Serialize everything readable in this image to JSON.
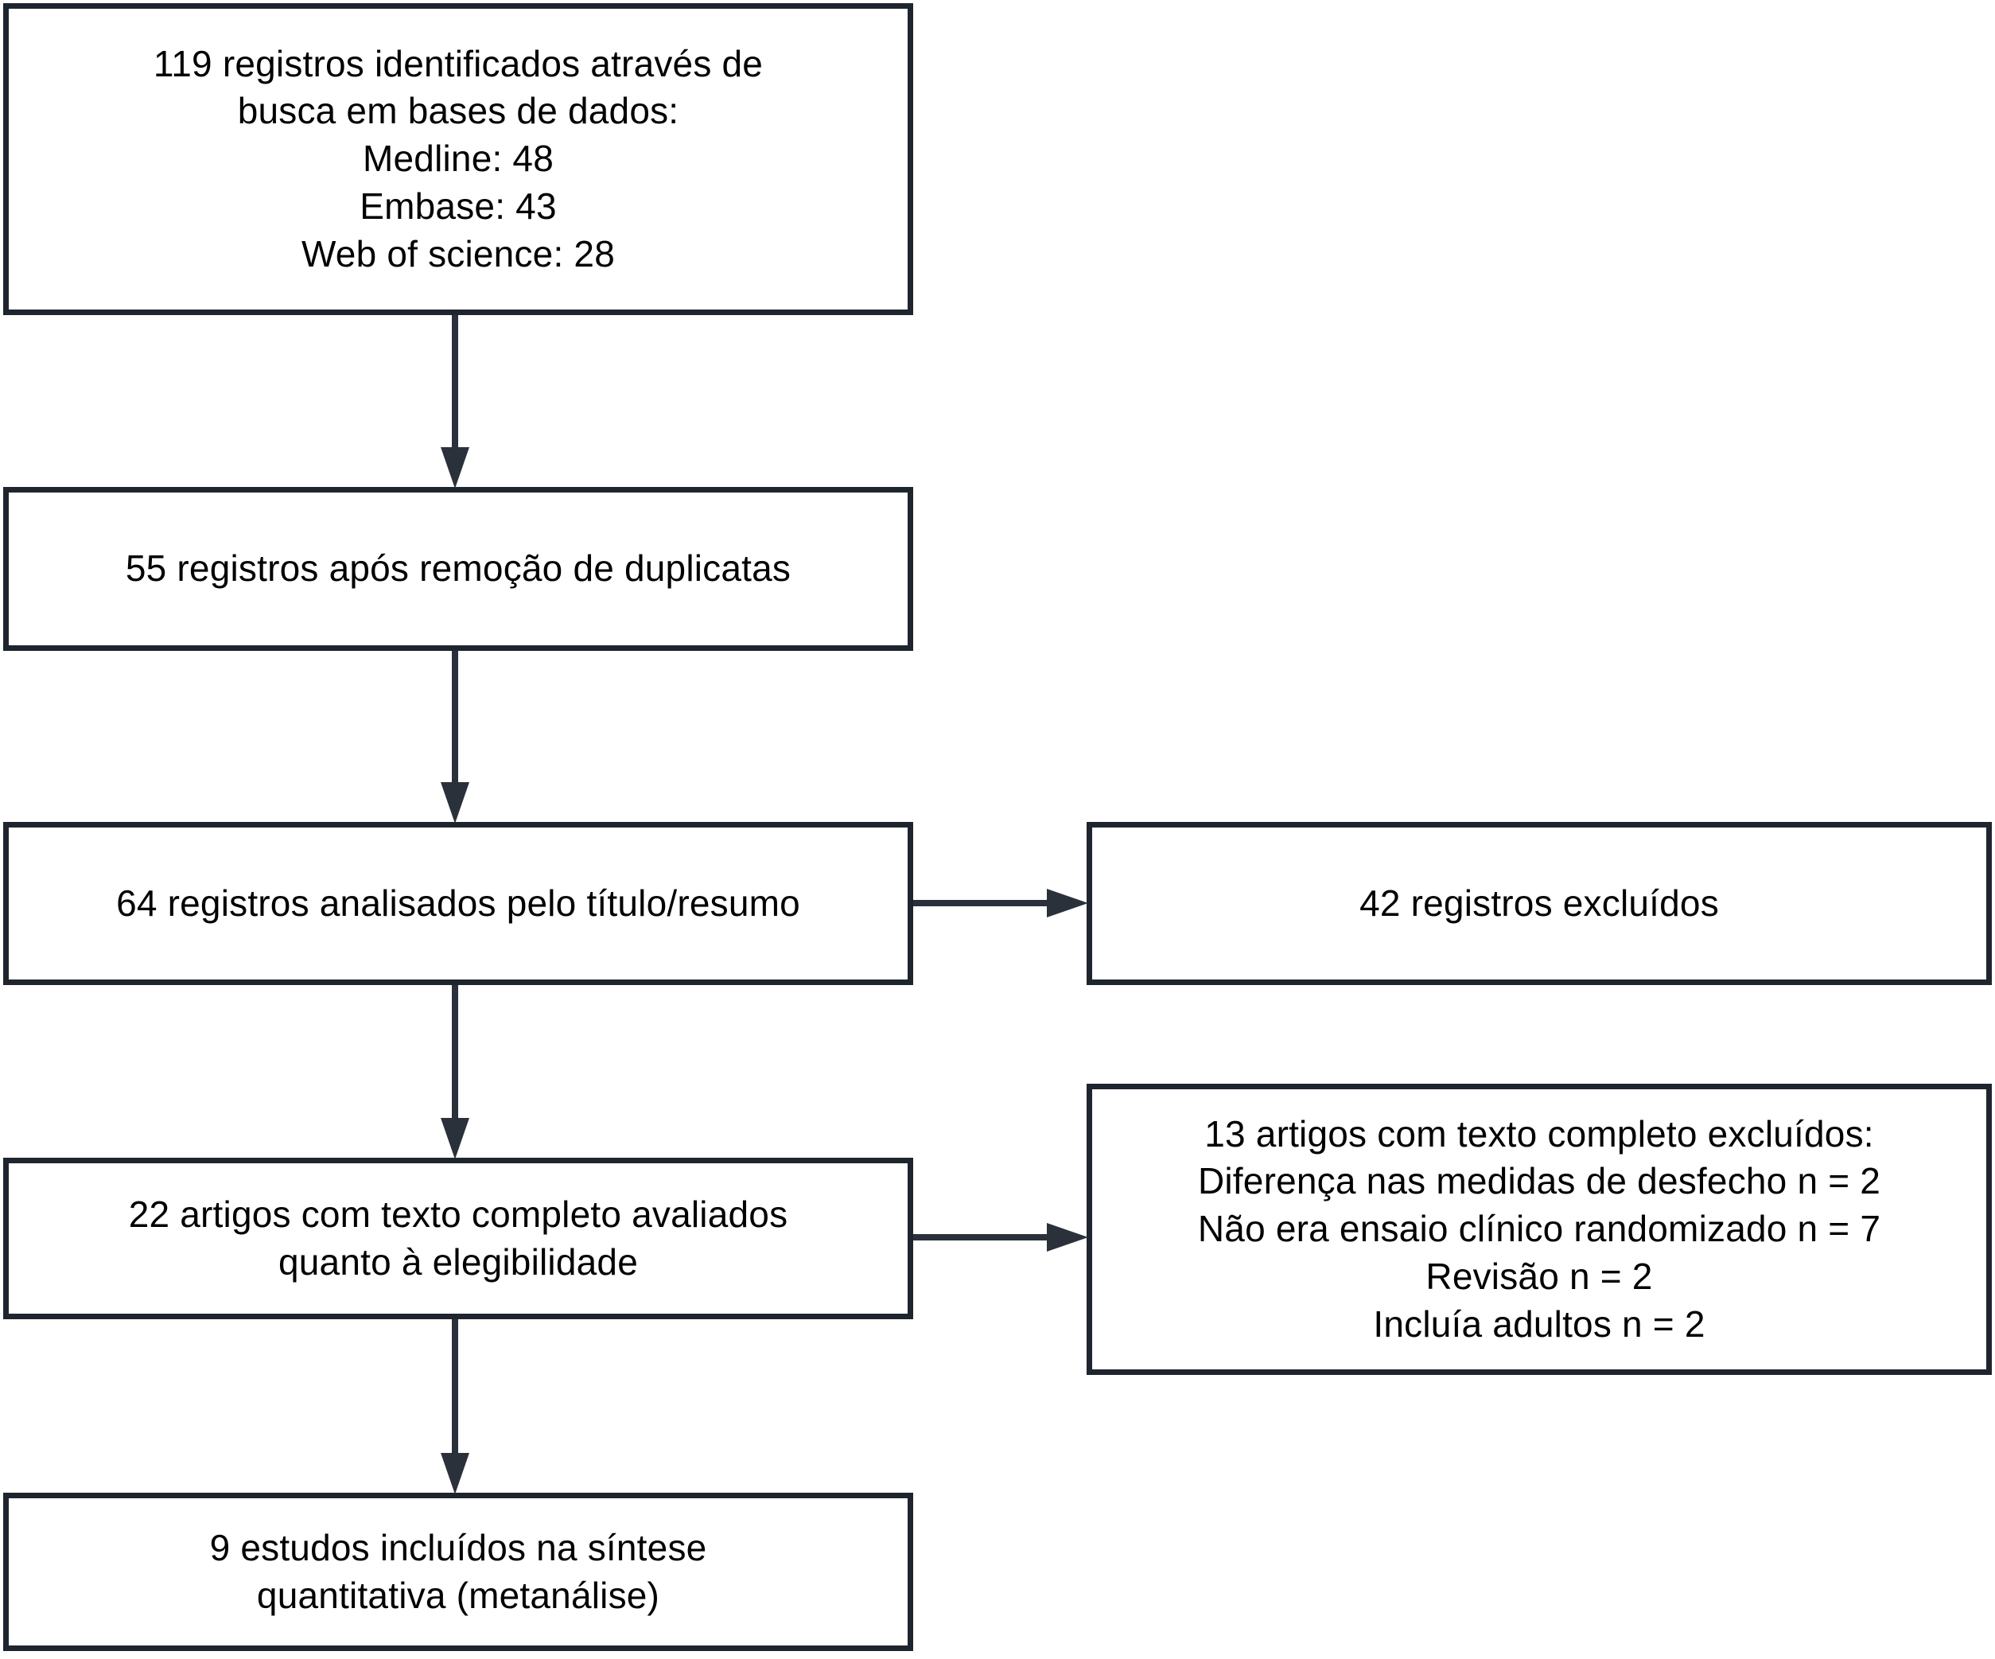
{
  "diagram": {
    "title": "PRISMA flow diagram",
    "language": "pt-BR",
    "colors": {
      "box_border": "#1f252e",
      "box_fill": "#ffffff",
      "connector": "#2b313a",
      "text": "#000000",
      "background": "#ffffff"
    },
    "boxes": [
      {
        "id": "identification",
        "name": "records-identified",
        "text": "119 registros identificados através de\nbusca em bases de dados:\nMedline: 48\nEmbase: 43\nWeb of science: 28",
        "count": 119,
        "sources": [
          {
            "label": "Medline",
            "value": 48
          },
          {
            "label": "Embase",
            "value": 43
          },
          {
            "label": "Web of science",
            "value": 28
          }
        ]
      },
      {
        "id": "duplicates",
        "name": "records-after-duplicates-removed",
        "text": "55 registros após remoção de duplicatas",
        "count": 55
      },
      {
        "id": "screened",
        "name": "records-screened-title-abstract",
        "text": "64 registros analisados pelo título/resumo",
        "count": 64
      },
      {
        "id": "eligibility",
        "name": "full-text-articles-assessed",
        "text": "22 artigos com texto completo avaliados\nquanto à elegibilidade",
        "count": 22
      },
      {
        "id": "included",
        "name": "studies-included-quantitative-synthesis",
        "text": "9 estudos incluídos na síntese\nquantitativa (metanálise)",
        "count": 9
      },
      {
        "id": "excluded-records",
        "name": "records-excluded",
        "text": "42 registros excluídos",
        "count": 42
      },
      {
        "id": "excluded-fulltext",
        "name": "full-text-articles-excluded",
        "text": "13 artigos com texto completo excluídos:\nDiferença nas medidas de desfecho n = 2\nNão era ensaio clínico randomizado n = 7\nRevisão n = 2\nIncluía adultos n = 2",
        "count": 13,
        "reasons": [
          {
            "label": "Diferença nas medidas de desfecho",
            "n": 2
          },
          {
            "label": "Não era ensaio clínico randomizado",
            "n": 7
          },
          {
            "label": "Revisão",
            "n": 2
          },
          {
            "label": "Incluía adultos",
            "n": 2
          }
        ]
      }
    ],
    "connectors": [
      {
        "id": "identification-to-duplicates",
        "name": "arrow-down",
        "from": "identification",
        "to": "duplicates",
        "direction": "down"
      },
      {
        "id": "duplicates-to-screened",
        "name": "arrow-down",
        "from": "duplicates",
        "to": "screened",
        "direction": "down"
      },
      {
        "id": "screened-to-eligibility",
        "name": "arrow-down",
        "from": "screened",
        "to": "eligibility",
        "direction": "down"
      },
      {
        "id": "eligibility-to-included",
        "name": "arrow-down",
        "from": "eligibility",
        "to": "included",
        "direction": "down"
      },
      {
        "id": "screened-to-excluded-records",
        "name": "arrow-right",
        "from": "screened",
        "to": "excluded-records",
        "direction": "right"
      },
      {
        "id": "eligibility-to-excluded-fulltext",
        "name": "arrow-right",
        "from": "eligibility",
        "to": "excluded-fulltext",
        "direction": "right"
      }
    ]
  }
}
